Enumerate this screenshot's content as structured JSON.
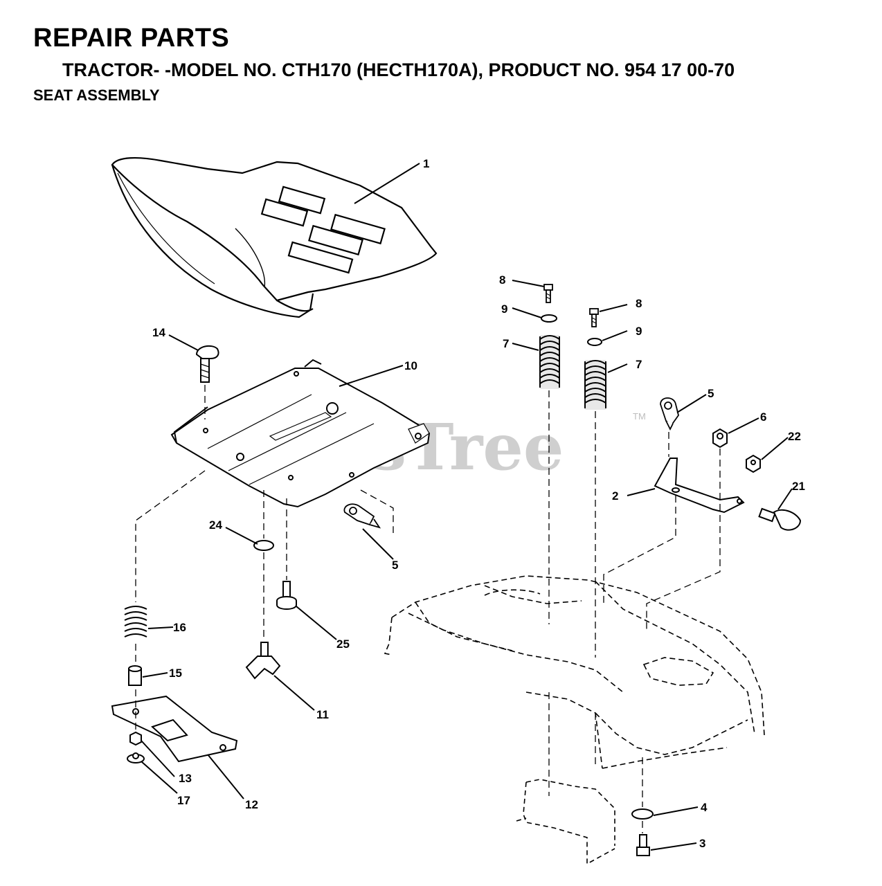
{
  "header": {
    "title": "REPAIR PARTS",
    "model_line": "TRACTOR- -MODEL NO. CTH170 (HECTH170A), PRODUCT NO. 954 17 00-70",
    "section": "SEAT ASSEMBLY"
  },
  "watermark": {
    "text": "PartsTree",
    "trademark": "TM"
  },
  "callouts": {
    "c1": "1",
    "c2": "2",
    "c3": "3",
    "c4": "4",
    "c5a": "5",
    "c5b": "5",
    "c6": "6",
    "c7a": "7",
    "c7b": "7",
    "c8a": "8",
    "c8b": "8",
    "c9a": "9",
    "c9b": "9",
    "c10": "10",
    "c11": "11",
    "c12": "12",
    "c13": "13",
    "c14": "14",
    "c15": "15",
    "c16": "16",
    "c17": "17",
    "c21": "21",
    "c22": "22",
    "c24": "24",
    "c25": "25"
  }
}
